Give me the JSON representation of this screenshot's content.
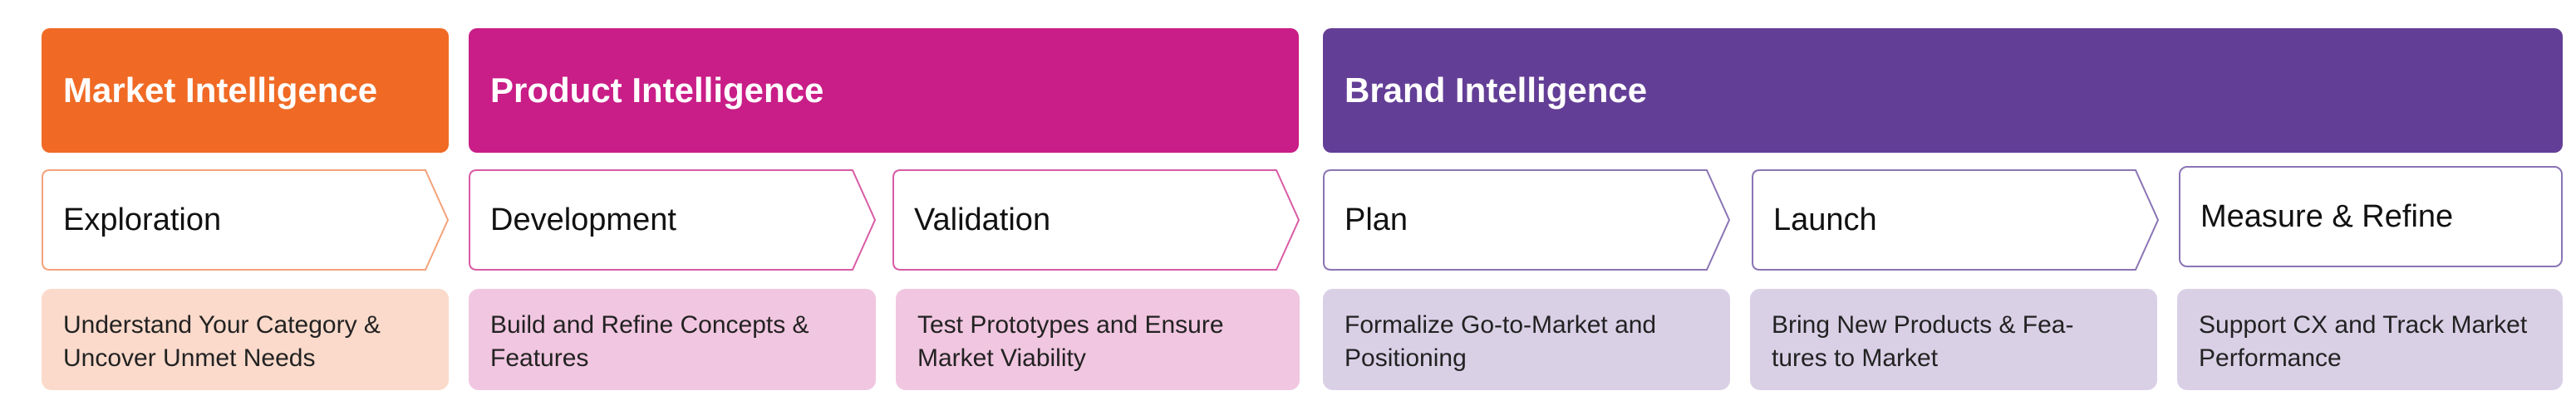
{
  "colors": {
    "market": "#f06a25",
    "product": "#c91d87",
    "brand": "#633e96",
    "market_light": "#fbdacb",
    "product_light": "#f1c6e0",
    "brand_light": "#d9d0e6",
    "market_outline": "#f4a27a",
    "product_outline": "#d85ba5",
    "brand_outline": "#8a74b4"
  },
  "headers": {
    "market": "Market Intelligence",
    "product": "Product Intelligence",
    "brand": "Brand Intelligence"
  },
  "stages": [
    {
      "label": "Exploration",
      "description": "Understand Your Category & Uncover Unmet Needs",
      "group": "market"
    },
    {
      "label": "Development",
      "description": "Build and Refine Concepts & Features",
      "group": "product"
    },
    {
      "label": "Validation",
      "description": "Test Prototypes and Ensure Market Viability",
      "group": "product"
    },
    {
      "label": "Plan",
      "description": "Formalize Go-to-Market and Positioning",
      "group": "brand"
    },
    {
      "label": "Launch",
      "description": "Bring New Products & Fea- tures to Market",
      "group": "brand"
    },
    {
      "label": "Measure & Refine",
      "description": "Support CX and Track Market Performance",
      "group": "brand"
    }
  ]
}
